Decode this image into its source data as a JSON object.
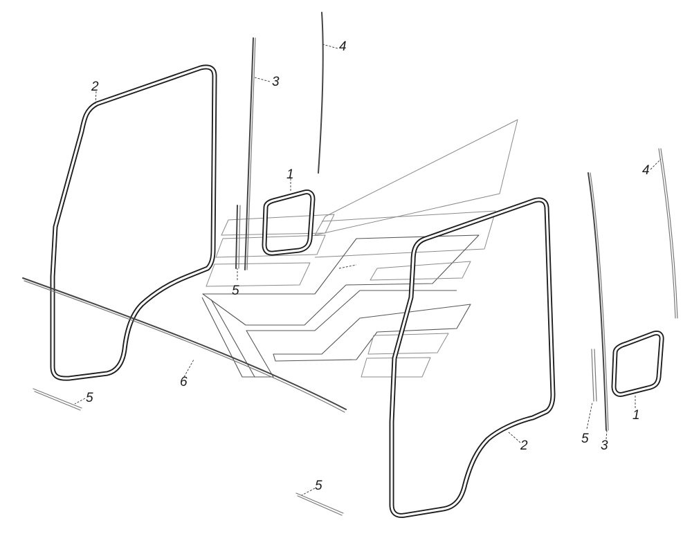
{
  "callouts": {
    "left_door": {
      "seal_2": "2",
      "strip_3": "3",
      "strip_4": "4",
      "window_seal_1": "1",
      "strip_5_upper": "5",
      "cord_6": "6",
      "strip_5_lower": "5"
    },
    "right_door": {
      "strip_4": "4",
      "window_seal_1": "1",
      "seal_2": "2",
      "strip_5": "5",
      "strip_3": "3",
      "strip_5_bottom": "5"
    }
  }
}
